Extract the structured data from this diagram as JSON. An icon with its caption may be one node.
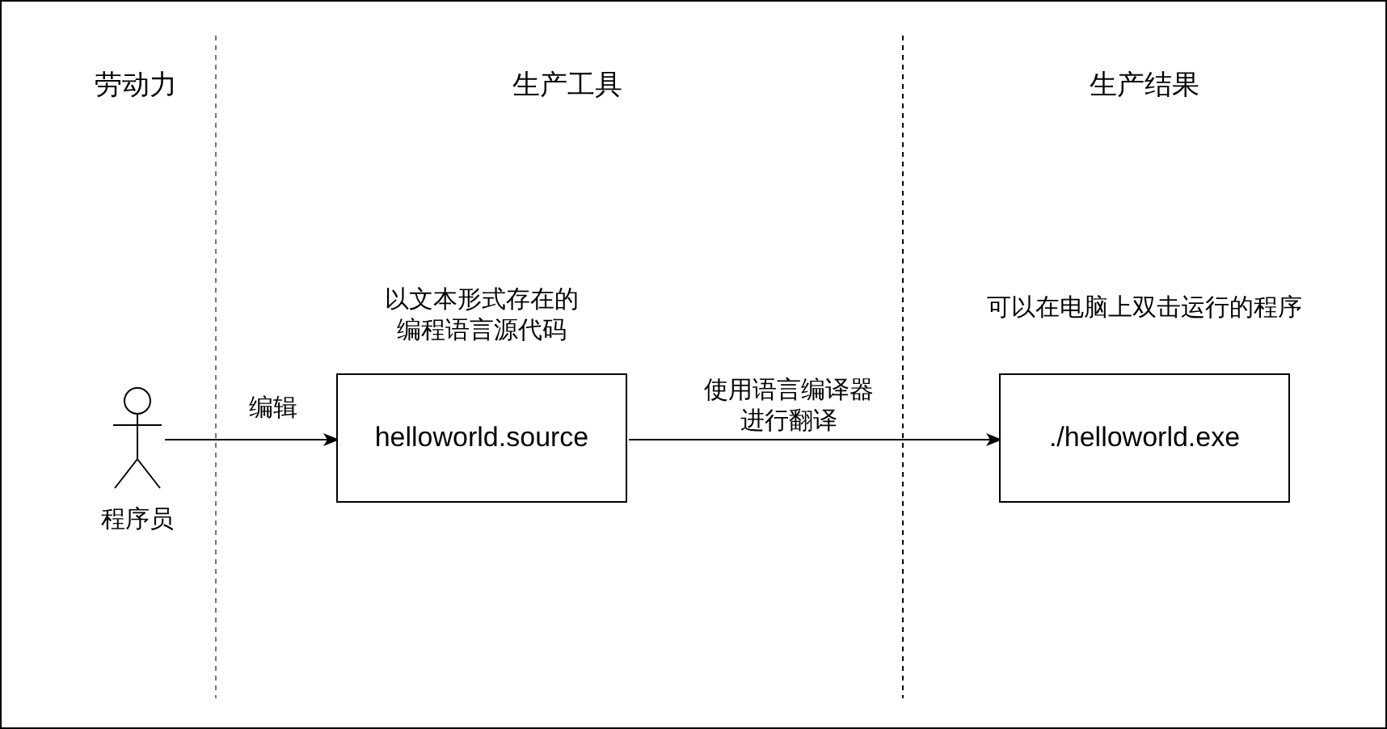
{
  "diagram": {
    "nodes": [
      {
        "text": [],
        "shape": "person",
        "beside": [
          "程序员"
        ]
      },
      {
        "text": [
          "helloworld.source"
        ],
        "beside": [
          "以文本形式存在的编程语言源代码"
        ]
      },
      {
        "text": [
          "./helloworld.exe"
        ],
        "beside": [
          "可以在电脑上双击运行的程序"
        ]
      }
    ],
    "edges": [
      {
        "from": 0,
        "to": 1,
        "arrow": "to",
        "label": "编辑"
      },
      {
        "from": 1,
        "to": 2,
        "arrow": "to",
        "label": "使用语言编译器进行翻译"
      }
    ],
    "labels": [
      "劳动力",
      "生产工具",
      "生产结果"
    ]
  }
}
